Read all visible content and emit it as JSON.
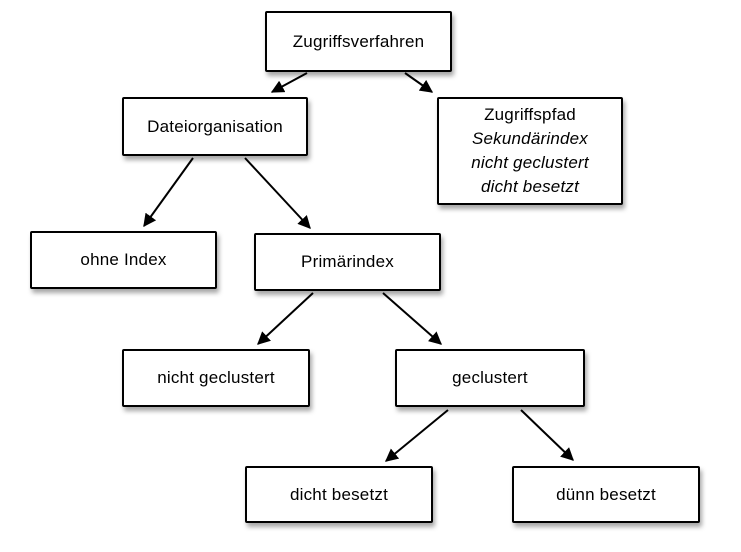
{
  "diagram": {
    "background_color": "#ffffff",
    "box_fill": "#ffffff",
    "box_border_color": "#000000",
    "text_color": "#000000",
    "arrow_color": "#000000",
    "nodes": {
      "zugriffsverfahren": {
        "label": "Zugriffsverfahren"
      },
      "dateiorganisation": {
        "label": "Dateiorganisation"
      },
      "zugriffspfad": {
        "lines": [
          "Zugriffspfad",
          "Sekundärindex",
          "nicht geclustert",
          "dicht besetzt"
        ]
      },
      "ohne_index": {
        "label": "ohne Index"
      },
      "primaerindex": {
        "label": "Primärindex"
      },
      "nicht_geclustert": {
        "label": "nicht geclustert"
      },
      "geclustert": {
        "label": "geclustert"
      },
      "dicht_besetzt": {
        "label": "dicht besetzt"
      },
      "duenn_besetzt": {
        "label": "dünn besetzt"
      }
    },
    "edges": [
      {
        "from": "zugriffsverfahren",
        "to": "dateiorganisation"
      },
      {
        "from": "zugriffsverfahren",
        "to": "zugriffspfad"
      },
      {
        "from": "dateiorganisation",
        "to": "ohne_index"
      },
      {
        "from": "dateiorganisation",
        "to": "primaerindex"
      },
      {
        "from": "primaerindex",
        "to": "nicht_geclustert"
      },
      {
        "from": "primaerindex",
        "to": "geclustert"
      },
      {
        "from": "geclustert",
        "to": "dicht_besetzt"
      },
      {
        "from": "geclustert",
        "to": "duenn_besetzt"
      }
    ]
  }
}
